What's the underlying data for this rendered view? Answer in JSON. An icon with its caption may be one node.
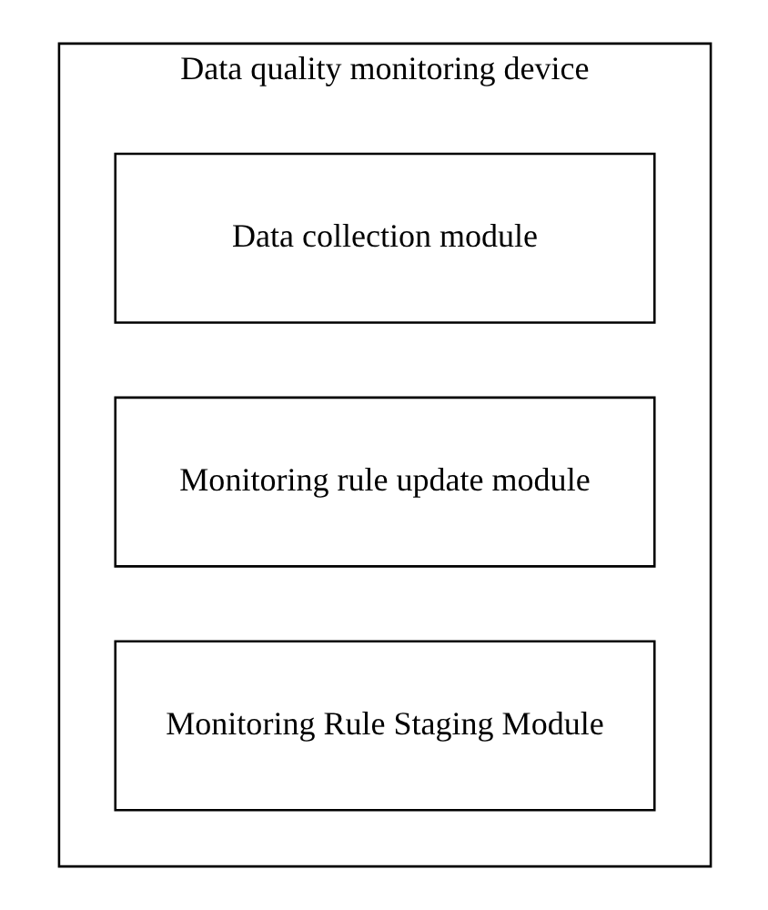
{
  "diagram": {
    "nodes": [
      {
        "text": [
          "Data quality monitoring device"
        ]
      },
      {
        "text": [
          "Data collection module"
        ],
        "in": 0
      },
      {
        "text": [
          "Monitoring rule update module"
        ],
        "in": 0
      },
      {
        "text": [
          "Monitoring Rule Staging Module"
        ],
        "in": 0
      }
    ]
  }
}
